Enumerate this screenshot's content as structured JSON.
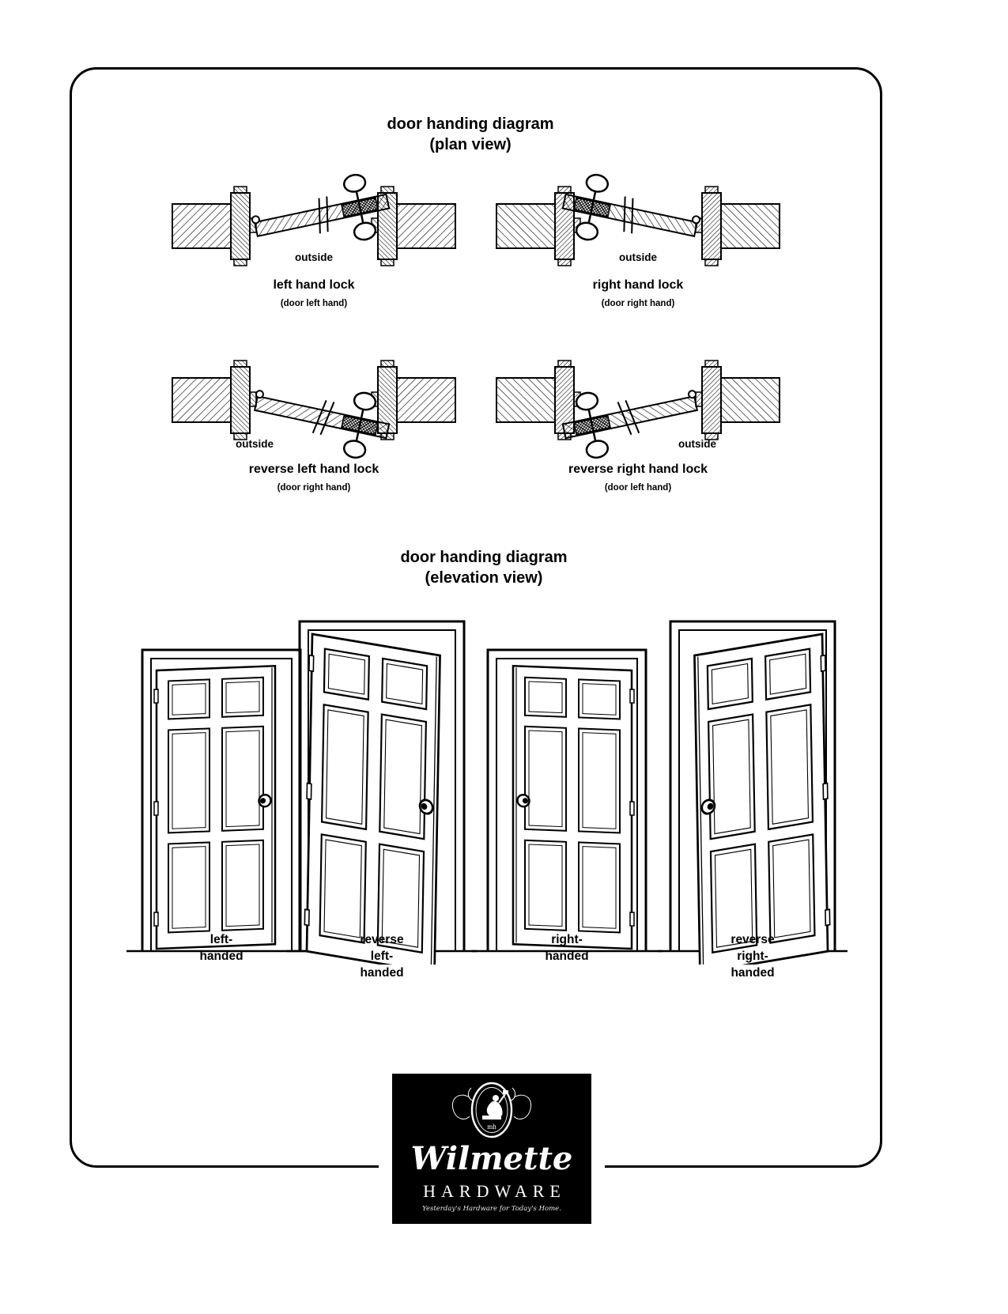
{
  "document": {
    "plan": {
      "title_lines": [
        "door handing diagram",
        "(plan view)"
      ],
      "cells": [
        {
          "outside": "outside",
          "name": "left hand lock",
          "sub": "(door left hand)"
        },
        {
          "outside": "outside",
          "name": "right hand lock",
          "sub": "(door right hand)"
        },
        {
          "outside": "outside",
          "name": "reverse left hand lock",
          "sub": "(door right hand)"
        },
        {
          "outside": "outside",
          "name": "reverse right hand lock",
          "sub": "(door left hand)"
        }
      ]
    },
    "elevation": {
      "title_lines": [
        "door handing diagram",
        "(elevation view)"
      ],
      "doors": [
        {
          "lines": [
            "left-",
            "handed"
          ]
        },
        {
          "lines": [
            "reverse",
            "left-",
            "handed"
          ]
        },
        {
          "lines": [
            "right-",
            "handed"
          ]
        },
        {
          "lines": [
            "reverse",
            "right-",
            "handed"
          ]
        }
      ]
    },
    "logo": {
      "brand_script": "Wilmette",
      "brand_caps": "HARDWARE",
      "tagline": "Yesterday's Hardware for Today's Home."
    },
    "colors": {
      "ink": "#000000",
      "paper": "#ffffff",
      "logo_bg": "#000000",
      "logo_ink": "#ffffff"
    }
  }
}
